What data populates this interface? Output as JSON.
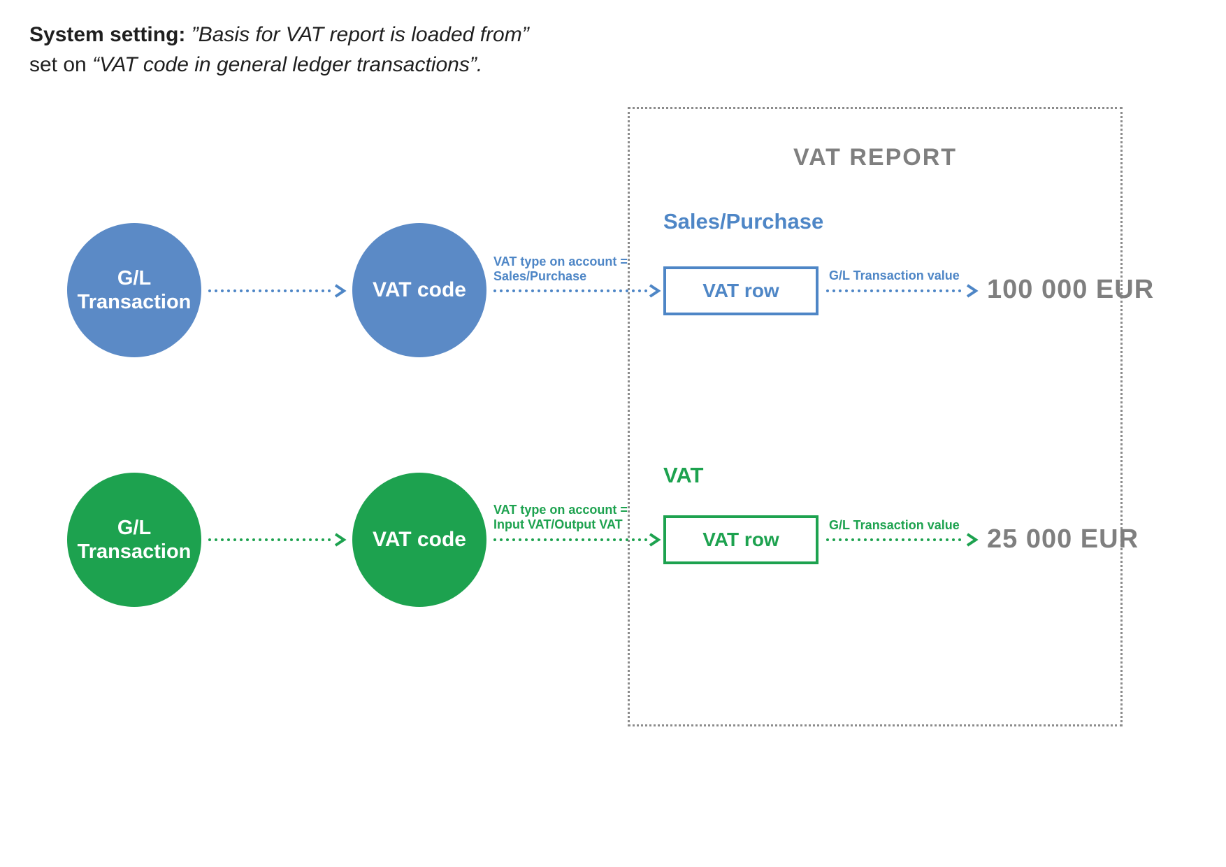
{
  "colors": {
    "blue": "#4e86c6",
    "blue_circle": "#5b8ac6",
    "green": "#1da24f",
    "green_circle": "#1da24f",
    "gray_text": "#7f7f7f",
    "dotted_border": "#8c8c8c",
    "title_text": "#1f1f1f",
    "white": "#ffffff"
  },
  "title": {
    "line1_label": "System setting:",
    "line1_quote": "”Basis for VAT report is loaded from”",
    "line2_prefix": "set on",
    "line2_quote": "“VAT code in general ledger transactions”."
  },
  "report": {
    "title": "VAT REPORT"
  },
  "flows": [
    {
      "name": "Sales/Purchase flow",
      "gl_circle_line1": "G/L",
      "gl_circle_line2": "Transaction",
      "code_circle": "VAT code",
      "arrow_label_line1": "VAT type on account =",
      "arrow_label_line2": "Sales/Purchase",
      "section_heading": "Sales/Purchase",
      "row_box_label": "VAT row",
      "value_arrow_label": "G/L Transaction value",
      "value": "100 000 EUR"
    },
    {
      "name": "VAT flow",
      "gl_circle_line1": "G/L",
      "gl_circle_line2": "Transaction",
      "code_circle": "VAT code",
      "arrow_label_line1": "VAT type on account =",
      "arrow_label_line2": "Input VAT/Output VAT",
      "section_heading": "VAT",
      "row_box_label": "VAT row",
      "value_arrow_label": "G/L Transaction value",
      "value": "25 000 EUR"
    }
  ]
}
